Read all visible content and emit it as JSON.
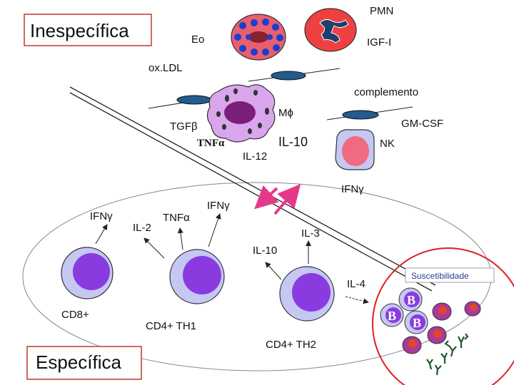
{
  "boxes": {
    "nonspecific_title": "Inespecífica",
    "specific_title": "Específica"
  },
  "innate_labels": {
    "pmn": "PMN",
    "eo": "Eo",
    "igf": "IGF-I",
    "oxldl": "ox.LDL",
    "complemento": "complemento",
    "mphi": "Mϕ",
    "tgfb": "TGFβ",
    "gmcsf": "GM-CSF",
    "tnfa": "TNFα",
    "il10": "IL-10",
    "nk": "NK",
    "il12": "IL-12",
    "ifng": "IFNγ"
  },
  "adaptive_labels": {
    "ifng_cd8": "IFNγ",
    "il2": "IL-2",
    "tnfa": "TNFα",
    "ifng_th1": "IFNγ",
    "il3": "IL-3",
    "il10": "IL-10",
    "il4": "IL-4",
    "cd8": "CD8+",
    "cd4_th1": "CD4+ TH1",
    "cd4_th2": "CD4+ TH2"
  },
  "susceptibility": {
    "label": "Suscetibilidade",
    "b_cell_letter": "B"
  },
  "colors": {
    "cell_outer": "#c4c8f2",
    "cell_inner": "#8a3be0",
    "box_border": "#c0392b",
    "arrow_pink": "#e6388a",
    "red_circle": "#e02020",
    "macrophage": "#d9a6ee",
    "eo_cell": "#e85f6f",
    "pmn_cell": "#ee4040",
    "platelet": "#245b8e"
  }
}
